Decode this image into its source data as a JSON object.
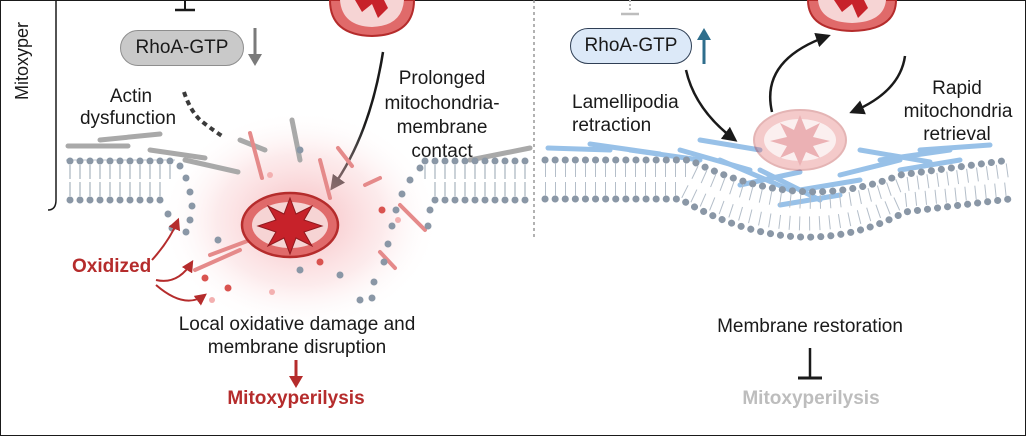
{
  "left_panel": {
    "side_label": "Mitoxyper",
    "rhoa_label": "RhoA-GTP",
    "actin_label_line1": "Actin",
    "actin_label_line2": "dysfunction",
    "contact_line1": "Prolonged",
    "contact_line2": "mitochondria-",
    "contact_line3": "membrane",
    "contact_line4": "contact",
    "oxidized_label": "Oxidized",
    "damage_line1": "Local oxidative damage and",
    "damage_line2": "membrane disruption",
    "outcome_label": "Mitoxyperilysis"
  },
  "right_panel": {
    "rhoa_label": "RhoA-GTP",
    "lamellipodia_line1": "Lamellipodia",
    "lamellipodia_line2": "retraction",
    "retrieval_line1": "Rapid",
    "retrieval_line2": "mitochondria",
    "retrieval_line3": "retrieval",
    "restoration_label": "Membrane restoration",
    "outcome_label": "Mitoxyperilysis"
  },
  "colors": {
    "dark_red": "#b52c2c",
    "mito_red": "#e06a6a",
    "star_red": "#c7222a",
    "up_arrow_blue": "#2f6e8c",
    "down_arrow_grey": "#7a7a7a",
    "faded_grey": "#bdbdbd",
    "pill_grey": "#c9c9c9",
    "pill_blue": "#dce9f8",
    "lipid_grey": "#8a97a6",
    "actin_blue": "#8dbbe6"
  }
}
